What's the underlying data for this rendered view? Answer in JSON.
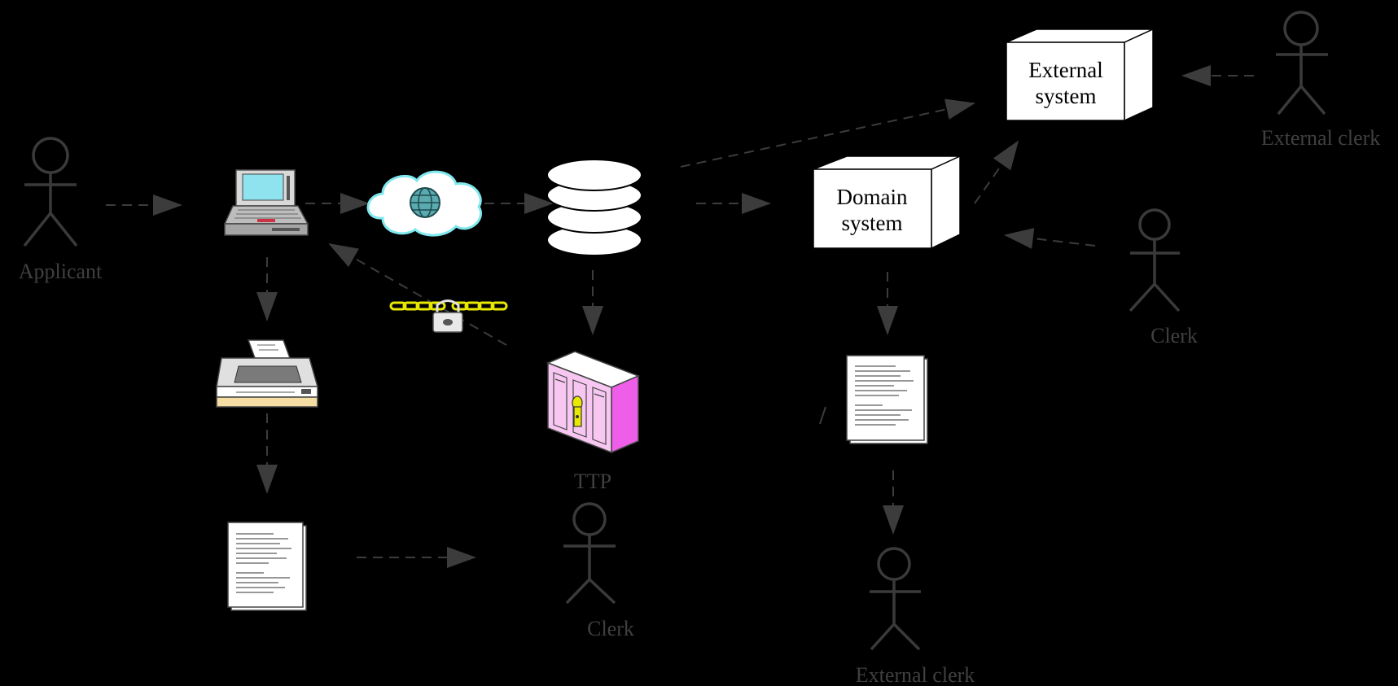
{
  "diagram": {
    "actors": {
      "applicant": "Applicant",
      "clerk_middle": "Clerk",
      "clerk_right": "Clerk",
      "external_clerk_top": "External clerk",
      "external_clerk_bottom": "External clerk"
    },
    "nodes": {
      "ttp": "TTP",
      "domain_system_line1": "Domain",
      "domain_system_line2": "system",
      "external_system_line1": "External",
      "external_system_line2": "system"
    },
    "icons": {
      "laptop": "laptop-icon",
      "cloud": "internet-cloud-icon",
      "globe": "globe-icon",
      "database": "database-icon",
      "printer": "printer-icon",
      "document": "document-icon",
      "lock": "chain-lock-icon",
      "ttp_server": "secure-server-icon"
    },
    "colors": {
      "background": "#000000",
      "actor_stroke": "#3a3a3a",
      "label_gray": "#404040",
      "arrow_gray": "#3c3c3c",
      "box_fill": "#ffffff",
      "cloud_outline": "#7fe8ef",
      "ttp_pink": "#f7c7f2",
      "ttp_magenta": "#ef5ee8"
    }
  }
}
